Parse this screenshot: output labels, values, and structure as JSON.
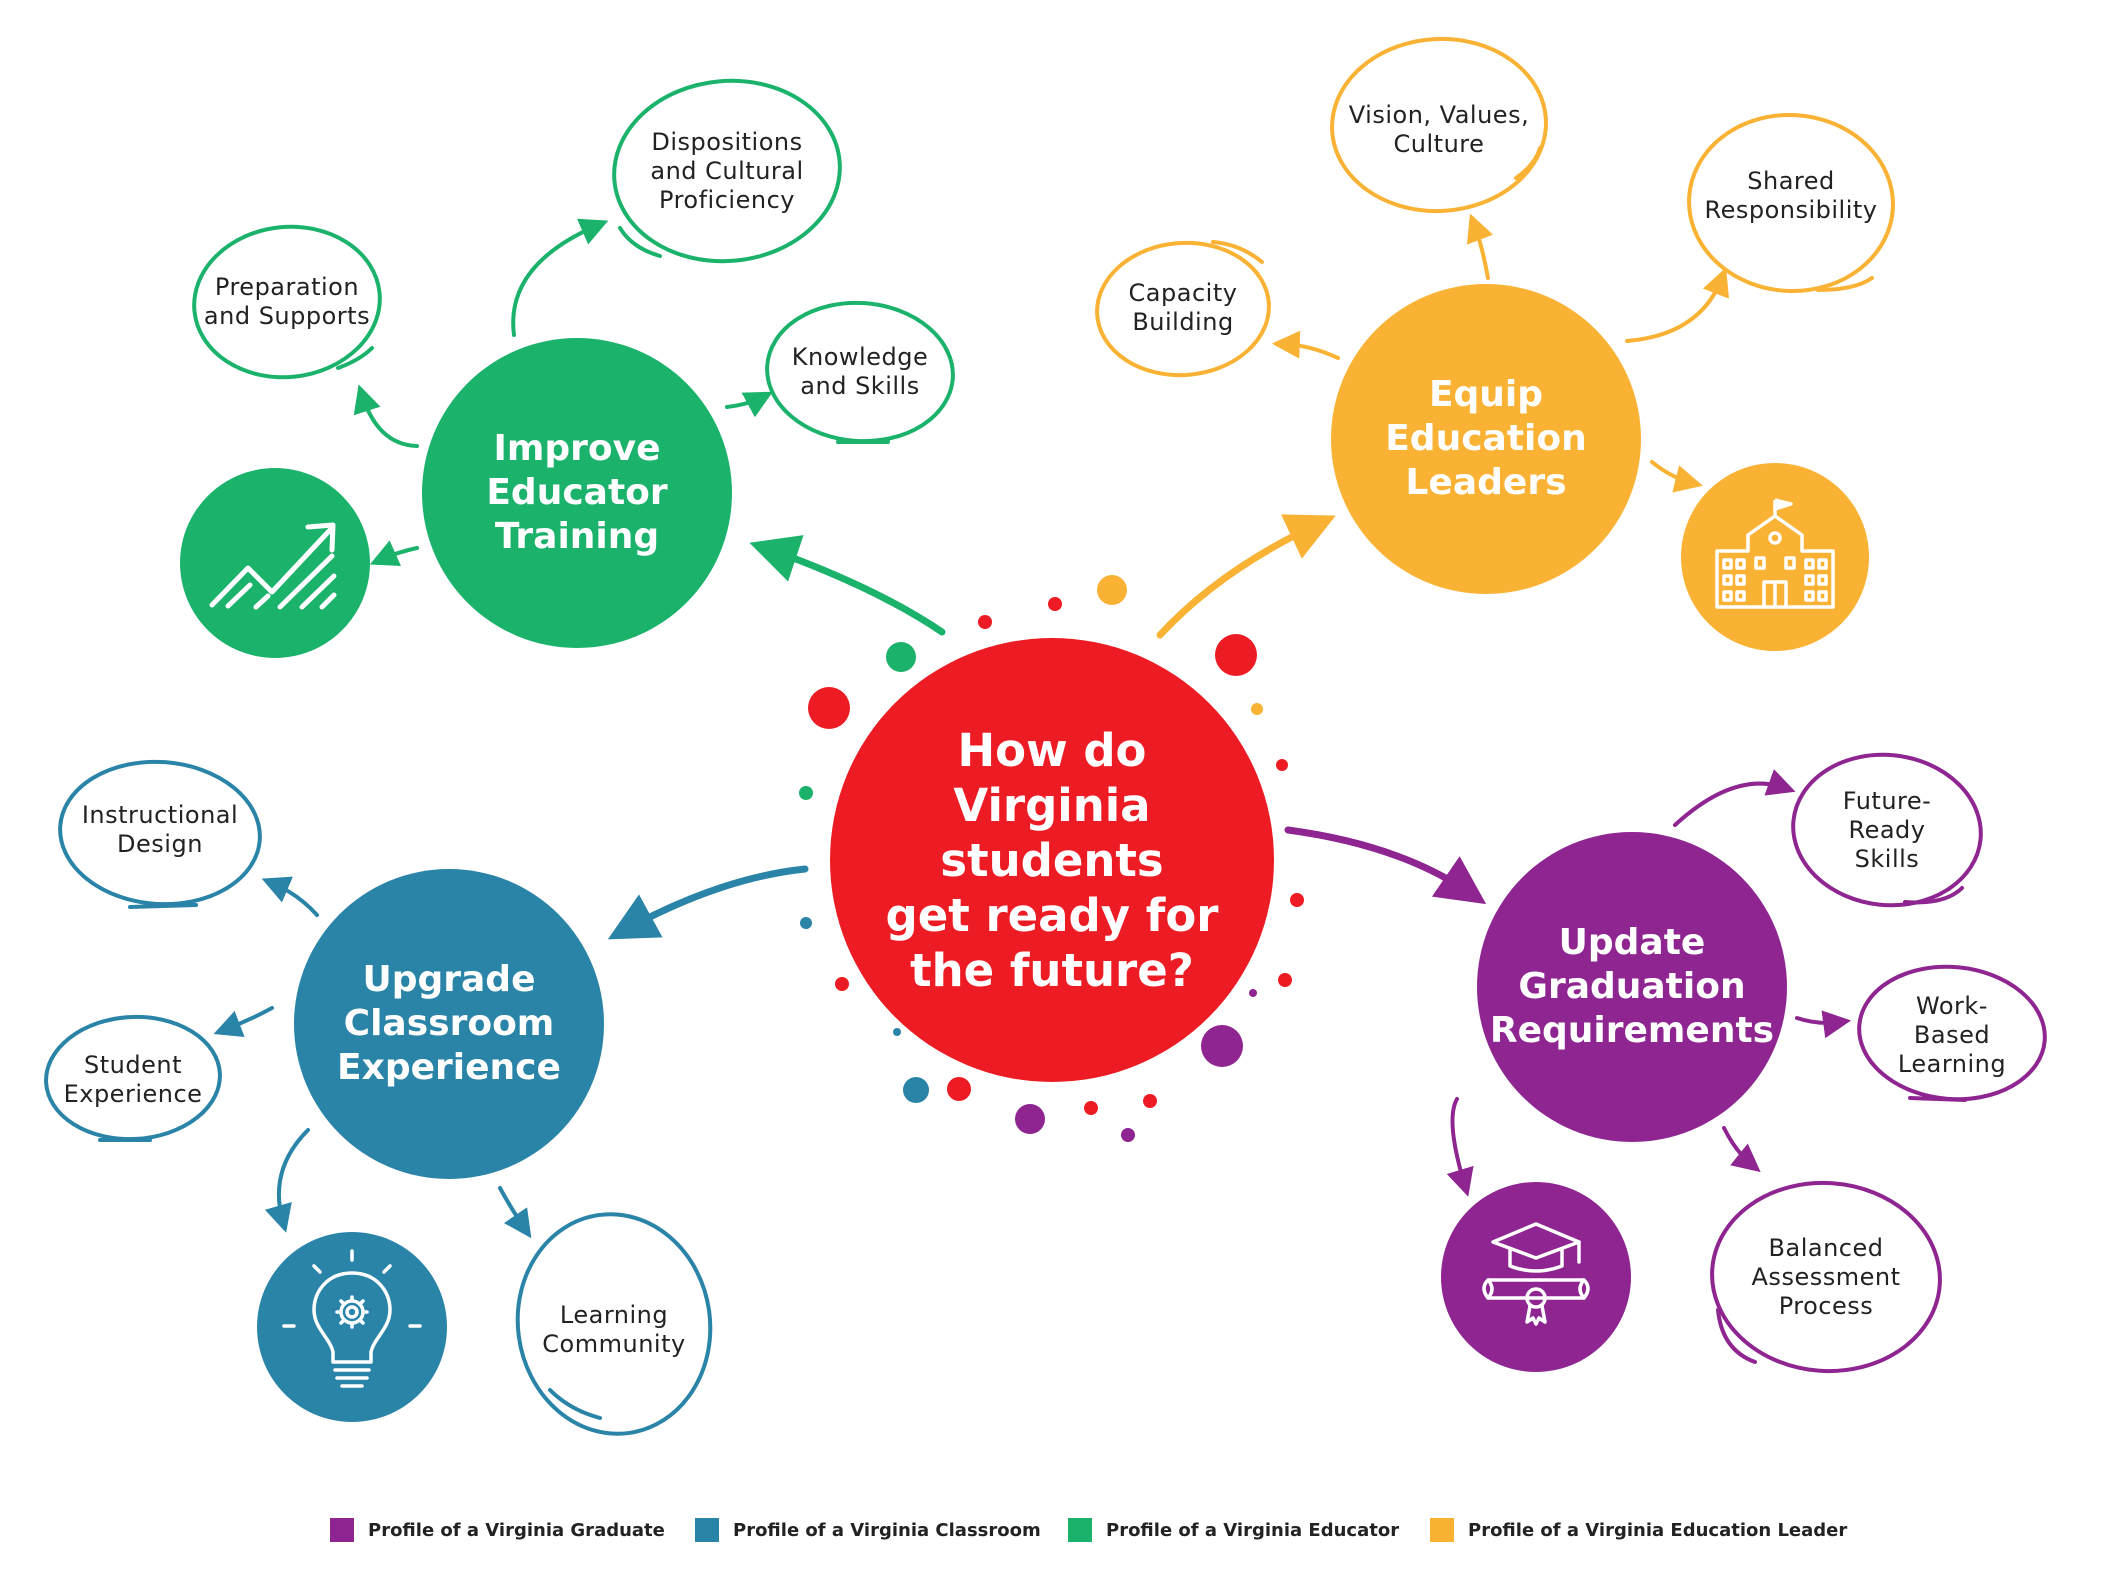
{
  "colors": {
    "center": "#ED1C24",
    "educator": "#1BB26B",
    "leader": "#F9B234",
    "classroom": "#2A84A8",
    "graduate": "#8E2590"
  },
  "center": {
    "lines": [
      "How do",
      "Virginia",
      "students",
      "get ready for",
      "the future?"
    ]
  },
  "educator": {
    "hub": [
      "Improve",
      "Educator",
      "Training"
    ],
    "icon": "growth-chart-icon",
    "bubbles": {
      "preparation": [
        "Preparation",
        "and Supports"
      ],
      "dispositions": [
        "Dispositions",
        "and Cultural",
        "Proficiency"
      ],
      "knowledge": [
        "Knowledge",
        "and Skills"
      ]
    }
  },
  "leader": {
    "hub": [
      "Equip",
      "Education",
      "Leaders"
    ],
    "icon": "school-building-icon",
    "bubbles": {
      "vision": [
        "Vision, Values,",
        "Culture"
      ],
      "shared": [
        "Shared",
        "Responsibility"
      ],
      "capacity": [
        "Capacity",
        "Building"
      ]
    }
  },
  "classroom": {
    "hub": [
      "Upgrade",
      "Classroom",
      "Experience"
    ],
    "icon": "lightbulb-gear-icon",
    "bubbles": {
      "instructional": [
        "Instructional",
        "Design"
      ],
      "student": [
        "Student",
        "Experience"
      ],
      "community": [
        "Learning",
        "Community"
      ]
    }
  },
  "graduate": {
    "hub": [
      "Update",
      "Graduation",
      "Requirements"
    ],
    "icon": "graduation-cap-diploma-icon",
    "bubbles": {
      "future": [
        "Future-",
        "Ready",
        "Skills"
      ],
      "work": [
        "Work-",
        "Based",
        "Learning"
      ],
      "balanced": [
        "Balanced",
        "Assessment",
        "Process"
      ]
    }
  },
  "legend": [
    {
      "label": "Profile of a Virginia Graduate",
      "color": "#8E2590"
    },
    {
      "label": "Profile of a Virginia Classroom",
      "color": "#2A84A8"
    },
    {
      "label": "Profile of a Virginia Educator",
      "color": "#1BB26B"
    },
    {
      "label": "Profile of a Virginia Education Leader",
      "color": "#F9B234"
    }
  ]
}
